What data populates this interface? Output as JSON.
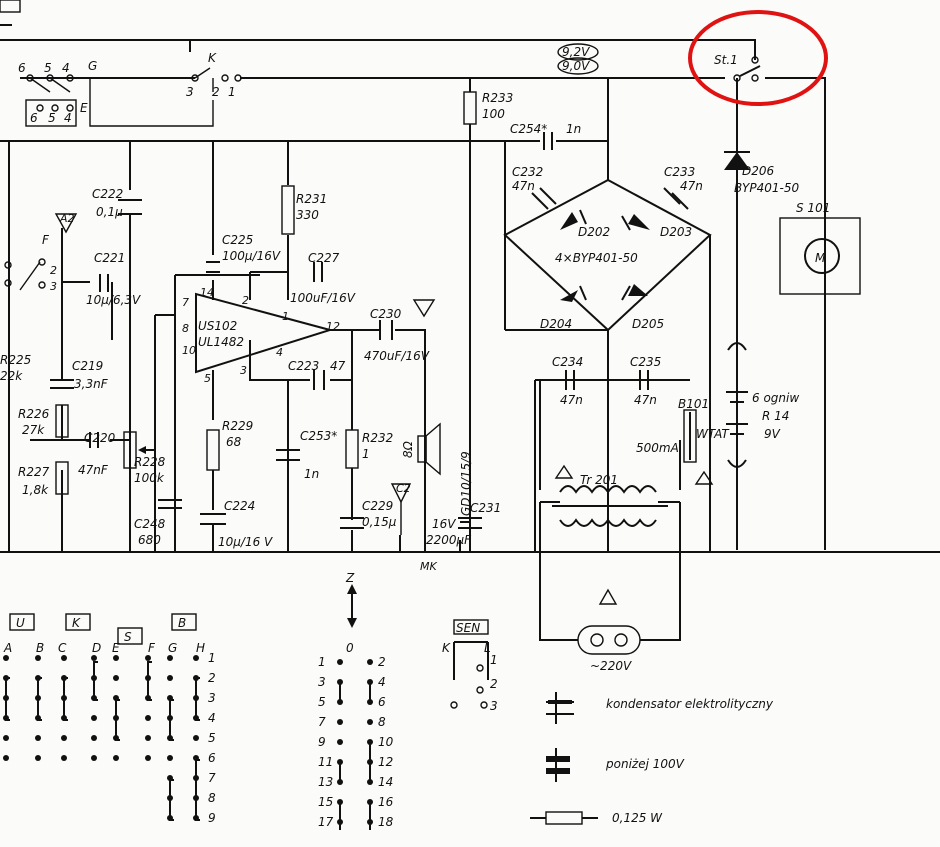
{
  "components": {
    "r233": [
      "R233",
      "100"
    ],
    "c254": [
      "C254*",
      "1n"
    ],
    "c232": [
      "C232",
      "47n"
    ],
    "c233": [
      "C233",
      "47n"
    ],
    "bridge": [
      "D202",
      "D203",
      "D204",
      "D205",
      "4×BYP401-50"
    ],
    "c234": [
      "C234",
      "47n"
    ],
    "c235": [
      "C235",
      "47n"
    ],
    "d206": [
      "D206",
      "BYP401-50"
    ],
    "s101": [
      "S 101",
      "M"
    ],
    "st1": "St.1",
    "voltages": [
      "9,2V",
      "9,0V"
    ],
    "battery": [
      "6 ogniw",
      "R 14",
      "9V"
    ],
    "b101": [
      "B101",
      "500mA",
      "WTAT"
    ],
    "tr201": "Tr 201",
    "mains": "~220V",
    "c222": [
      "C222",
      "0,1µ"
    ],
    "c225": [
      "C225",
      "100µ/16V"
    ],
    "r231": [
      "R231",
      "330"
    ],
    "c227": [
      "C227",
      "100uF/16V"
    ],
    "ic": [
      "US102",
      "UL1482"
    ],
    "ic_pins": [
      "14",
      "2",
      "1",
      "12",
      "7",
      "8",
      "10",
      "5",
      "3",
      "4"
    ],
    "c230": [
      "C230",
      "470uF/16V"
    ],
    "c223": [
      "C223",
      "47"
    ],
    "c253": [
      "C253*",
      "1n"
    ],
    "r232": [
      "R232",
      "1"
    ],
    "spk": [
      "8Ω",
      "GD10/15/9"
    ],
    "c229": [
      "C229",
      "0,15µ"
    ],
    "c231": [
      "C231",
      "16V",
      "2200µF"
    ],
    "r229": [
      "R229",
      "68"
    ],
    "c224": [
      "C224",
      "10µ/16 V"
    ],
    "r228": [
      "R228",
      "100k"
    ],
    "c248": [
      "C248",
      "680"
    ],
    "c221": [
      "C221",
      "10µ/6,3V"
    ],
    "c219": [
      "C219",
      "3,3nF"
    ],
    "c220": [
      "C220",
      "47nF"
    ],
    "r225": [
      "R225",
      "22k"
    ],
    "r226": [
      "R226",
      "27k"
    ],
    "r227": [
      "R227",
      "1,8k"
    ],
    "antennas": [
      "A2",
      "C2"
    ],
    "mk": "MK",
    "switch_labels": [
      "6",
      "5",
      "4",
      "G",
      "K",
      "3",
      "2",
      "1",
      "6",
      "5",
      "4",
      "E",
      "F",
      "2",
      "3"
    ]
  },
  "keys": {
    "tabs": [
      "U",
      "K",
      "S",
      "B"
    ],
    "letters": [
      "A",
      "B",
      "C",
      "D",
      "E",
      "F",
      "G",
      "H"
    ],
    "rows": [
      "1",
      "2",
      "3",
      "4",
      "5",
      "6",
      "7",
      "8",
      "9"
    ]
  },
  "zswitch": {
    "z": "Z",
    "zero": "0",
    "left": [
      "1",
      "3",
      "5",
      "7",
      "9",
      "11",
      "13",
      "15",
      "17"
    ],
    "right": [
      "2",
      "4",
      "6",
      "8",
      "10",
      "12",
      "14",
      "16",
      "18"
    ]
  },
  "sen": {
    "title": "SEN",
    "k": "K",
    "l": "L",
    "n1": "1",
    "n2": "2",
    "n3": "3"
  },
  "legend": [
    "kondensator elektrolityczny",
    "poniżej 100V",
    "0,125 W"
  ]
}
